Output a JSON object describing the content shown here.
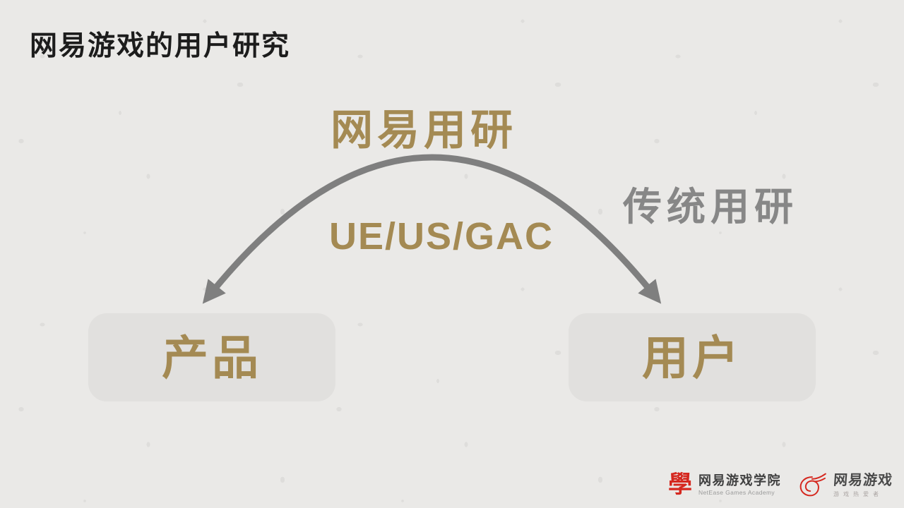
{
  "colors": {
    "background": "#eae9e7",
    "speckle": "#dedddb",
    "title": "#1c1c1c",
    "gold": "#a48a53",
    "gray": "#7f7f7f",
    "label-gray": "#878787",
    "box-fill": "#e1e0de",
    "logo-red": "#d5281f",
    "logo-dark": "#404040",
    "logo-light": "#9a9a9a",
    "tagline": "#aaa4a2"
  },
  "slide": {
    "title": "网易游戏的用户研究"
  },
  "diagram": {
    "top_label": "网易用研",
    "right_label": "传统用研",
    "arc_label": "UE/US/GAC",
    "left_node": "产品",
    "right_node": "用户"
  },
  "footer": {
    "academy_icon_char": "學",
    "academy_name": "网易游戏学院",
    "academy_subtitle": "NetEase Games Academy",
    "netease_name": "网易游戏",
    "netease_tagline": "游戏热爱者"
  }
}
